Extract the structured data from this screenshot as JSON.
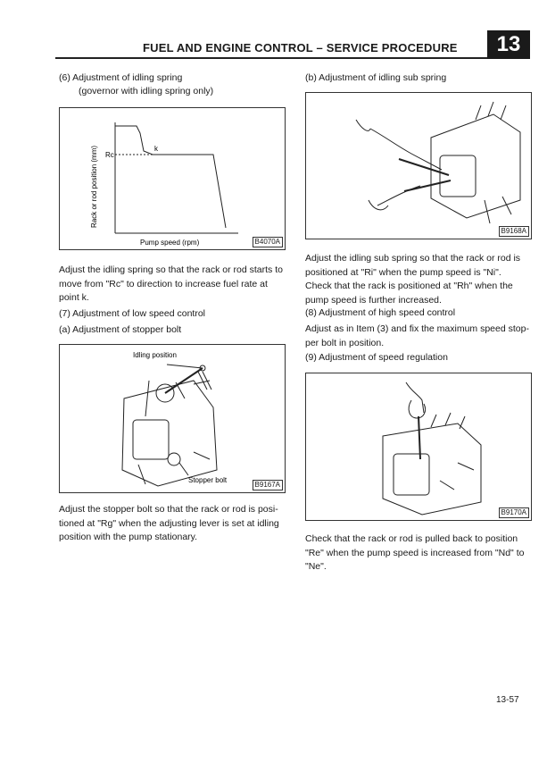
{
  "header": {
    "title": "FUEL AND ENGINE CONTROL – SERVICE PROCEDURE",
    "chapter": "13"
  },
  "left": {
    "s6_line1": "(6)  Adjustment of idling spring",
    "s6_line2": "(governor with idling spring only)",
    "fig1": {
      "ylabel": "Rack or rod position (mm)",
      "rc": "Rc",
      "k": "k",
      "xlabel": "Pump speed (rpm)",
      "code": "B4070A"
    },
    "p1": [
      "Adjust the idling spring so that the rack or rod starts to",
      "move from \"Rc\" to direction to increase fuel rate at",
      "point k."
    ],
    "s7": "(7)  Adjustment of low speed control",
    "s7a": "(a)  Adjustment of stopper bolt",
    "fig2": {
      "idling": "Idling position",
      "stopper": "Stopper bolt",
      "code": "B9167A"
    },
    "p2": [
      "Adjust the stopper bolt so that the rack or rod is posi-",
      "tioned at \"Rg\" when the adjusting lever is set at idling",
      "position with the pump stationary."
    ]
  },
  "right": {
    "sb": "(b)  Adjustment of idling sub spring",
    "fig3": {
      "code": "B9168A"
    },
    "p1": [
      "Adjust the idling sub spring so that the rack or rod is",
      "positioned at \"Ri\" when the pump speed is \"Ni\".",
      "Check that the rack is positioned at \"Rh\" when the",
      "pump speed is further increased."
    ],
    "s8": "(8)  Adjustment of high speed control",
    "p2": [
      "Adjust as in Item (3) and fix the maximum speed stop-",
      "per bolt in position."
    ],
    "s9": "(9)  Adjustment of speed regulation",
    "fig4": {
      "code": "B9170A"
    },
    "p3": [
      "Check that the rack or rod is pulled back to position",
      "\"Re\" when the pump speed is increased from \"Nd\" to",
      "\"Ne\"."
    ]
  },
  "footer": {
    "page": "13-57"
  }
}
